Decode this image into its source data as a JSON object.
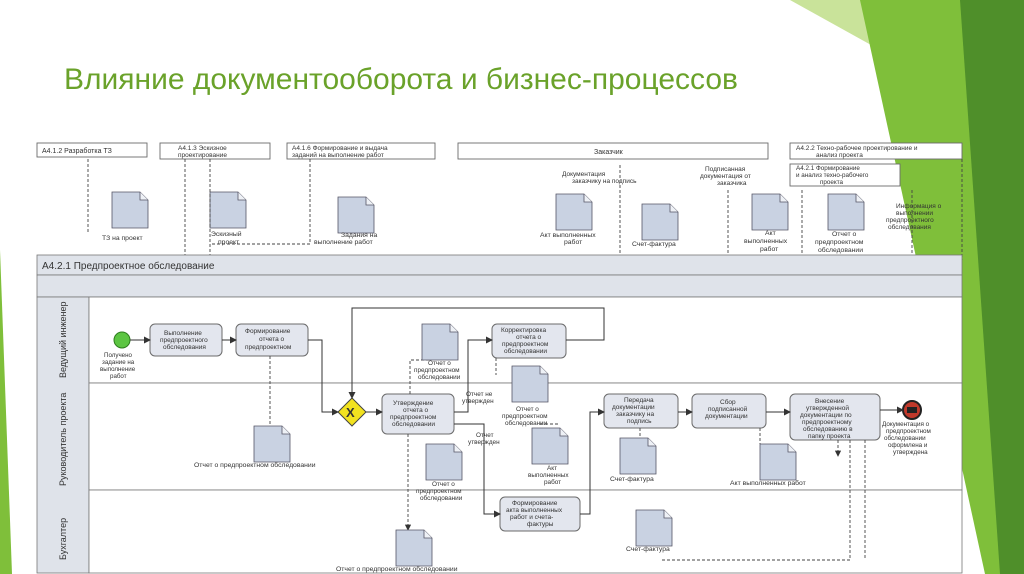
{
  "slide": {
    "title": "Влияние документооборота и бизнес-процессов"
  },
  "colors": {
    "title": "#6aa22a",
    "deco_green_light": "#c9e39a",
    "deco_green": "#7fbf3a",
    "deco_green_dark": "#4f8f2a",
    "task_fill": "#e3e6ee",
    "document_fill": "#c9d2e2",
    "start_event": "#5cc542",
    "end_event": "#c0392b",
    "gateway": "#f2e21f"
  },
  "top_boxes": {
    "b1": "А4.1.2 Разработка ТЗ",
    "b2a": "А4.1.3 Эскизное",
    "b2b": "проектирование",
    "b3a": "А4.1.6 Формирование и выдача",
    "b3b": "заданий на выполнение работ",
    "b4": "Заказчик",
    "b5a": "А4.2.2 Техно-рабочее проектирование и",
    "b5b": "анализ проекта",
    "b6a": "А4.2.1 Формирование",
    "b6b": "и анализ техно-рабочего",
    "b6c": "проекта"
  },
  "top_docs": {
    "tz_project": "ТЗ на проект",
    "sketch1": "Эскизный",
    "sketch2": "проект",
    "tasks1": "Задания на",
    "tasks2": "выполнение работ",
    "act_works1": "Акт выполненных",
    "act_works2": "работ",
    "invoice": "Счет-фактура",
    "act2_1": "Акт",
    "act2_2": "выполненных",
    "act2_3": "работ",
    "report1": "Отчет о",
    "report2": "предпроектном",
    "report3": "обследовании",
    "sign1": "Документация",
    "sign2": "заказчику на подпись",
    "signed1": "Подписанная",
    "signed2": "документация от",
    "signed3": "заказчика",
    "info1": "Информация о",
    "info2": "выполнении",
    "info3": "предпроектного",
    "info4": "обследования"
  },
  "pool": {
    "title": "А4.2.1 Предпроектное обследование",
    "lanes": [
      "Ведущий инженер",
      "Руководитель проекта",
      "Бухгалтер"
    ]
  },
  "events": {
    "start1": "Получено",
    "start2": "задание на",
    "start3": "выполнение",
    "start4": "работ",
    "end1": "Документация о",
    "end2": "предпроектном",
    "end3": "обследовании",
    "end4": "оформлена и",
    "end5": "утверждена"
  },
  "tasks": {
    "t1a": "Выполнение",
    "t1b": "предпроектного",
    "t1c": "обследования",
    "t2a": "Формирование",
    "t2b": "отчета о",
    "t2c": "предпроектном",
    "t3a": "Корректировка",
    "t3b": "отчета о",
    "t3c": "предпроектном",
    "t3d": "обследовании",
    "t4a": "Утверждение",
    "t4b": "отчета о",
    "t4c": "предпроектном",
    "t4d": "обследовании",
    "t5a": "Передача",
    "t5b": "документации",
    "t5c": "заказчику на",
    "t5d": "подпись",
    "t6a": "Сбор",
    "t6b": "подписанной",
    "t6c": "документации",
    "t7a": "Внесение",
    "t7b": "утвержденной",
    "t7c": "документации по",
    "t7d": "предпроектному",
    "t7e": "обследованию в",
    "t7f": "папку проекта",
    "t8a": "Формирование",
    "t8b": "акта выполненных",
    "t8c": "работ и счета-",
    "t8d": "фактуры"
  },
  "lane_docs": {
    "rep_a1": "Отчет о",
    "rep_a2": "предпроектном",
    "rep_a3": "обследовании",
    "not_app1": "Отчет не",
    "not_app2": "утвержден",
    "app1": "Отчет",
    "app2": "утвержден",
    "rep_b1": "Отчет о",
    "rep_b2": "предпроектном",
    "rep_b3": "обследовании",
    "rep_c": "Отчет о предпроектном обследовании",
    "rep_d1": "Отчет о",
    "rep_d2": "предпроектном",
    "rep_d3": "обследовании",
    "act1": "Акт",
    "act2": "выполненных",
    "act3": "работ",
    "invoice1": "Счет-фактура",
    "act_right": "Акт выполненных работ",
    "invoice2": "Счет-фактура",
    "rep_bottom": "Отчет о предпроектном обследовании"
  }
}
